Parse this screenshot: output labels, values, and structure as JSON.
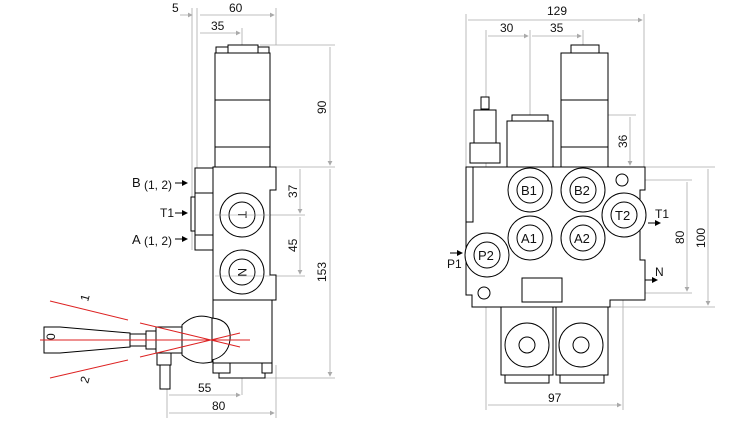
{
  "title": "Hydraulic directional control valve – dimensional drawing",
  "side_view": {
    "dimensions": {
      "d5": "5",
      "d60": "60",
      "d35": "35",
      "d90": "90",
      "d37": "37",
      "d45": "45",
      "d153": "153",
      "d55": "55",
      "d80": "80"
    },
    "port_labels": {
      "b": "B",
      "b_sub": "(1, 2)",
      "t1": "T1",
      "a": "A",
      "a_sub": "(1, 2)"
    },
    "port_marks": {
      "t": "T",
      "n": "N"
    },
    "lever_positions": {
      "neutral": "0",
      "pos1": "1",
      "pos2": "2"
    }
  },
  "front_view": {
    "dimensions": {
      "d129": "129",
      "d30": "30",
      "d35": "35",
      "d36": "36",
      "d80": "80",
      "d100": "100",
      "d97": "97"
    },
    "ports": {
      "b1": "B1",
      "b2": "B2",
      "a1": "A1",
      "a2": "A2",
      "t2": "T2",
      "p2": "P2"
    },
    "external_labels": {
      "t1": "T1",
      "n": "N",
      "p1": "P1"
    }
  },
  "colors": {
    "outline": "#000000",
    "dimension": "#aaaaaa",
    "lever_range": "#dd2222"
  }
}
